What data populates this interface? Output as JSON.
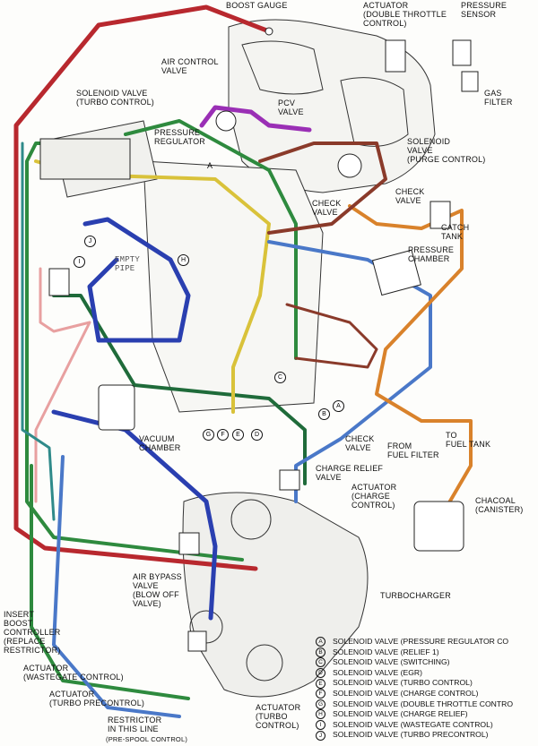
{
  "labels": {
    "boost_gauge": "BOOST GAUGE",
    "actuator_double_throttle": "ACTUATOR\n(DOUBLE THROTTLE\nCONTROL)",
    "pressure_sensor": "PRESSURE\nSENSOR",
    "air_control_valve": "AIR CONTROL\nVALVE",
    "gas_filter": "GAS\nFILTER",
    "solenoid_valve_turbo": "SOLENOID VALVE\n(TURBO CONTROL)",
    "pcv_valve": "PCV\nVALVE",
    "pressure_regulator": "PRESSURE\nREGULATOR",
    "solenoid_valve_purge": "SOLENOID\nVALVE\n(PURGE CONTROL)",
    "check_valve_upper": "CHECK\nVALVE",
    "check_valve_mid": "CHECK\nVALVE",
    "catch_tank": "CATCH\nTANK",
    "pressure_chamber": "PRESSURE\nCHAMBER",
    "empty_pipe": "EMPTY\nPIPE",
    "vacuum_chamber": "VACUUM\nCHAMBER",
    "check_valve_lower": "CHECK\nVALVE",
    "to_fuel_tank": "TO\nFUEL TANK",
    "from_fuel_filter": "FROM\nFUEL FILTER",
    "charge_relief_valve": "CHARGE RELIEF\nVALVE",
    "actuator_charge_control": "ACTUATOR\n(CHARGE\nCONTROL)",
    "chacoal_canister": "CHACOAL\n(CANISTER)",
    "air_bypass_valve": "AIR BYPASS\nVALVE\n(BLOW OFF\nVALVE)",
    "turbocharger": "TURBOCHARGER",
    "insert_boost_controller": "INSERT\nBOOST\nCONTROLLER\n(REPLACE\nRESTRICTOR)",
    "actuator_wastegate": "ACTUATOR\n(WASTEGATE CONTROL)",
    "actuator_turbo_precontrol": "ACTUATOR\n(TURBO PRECONTROL)",
    "restrictor": "RESTRICTOR\nIN THIS LINE",
    "pre_spool_control": "(PRE-SPOOL CONTROL)",
    "actuator_turbo_control": "ACTUATOR\n(TURBO\nCONTROL)",
    "marker_a": "A"
  },
  "markers": [
    "H",
    "I",
    "J",
    "G",
    "F",
    "E",
    "D",
    "C",
    "B",
    "A"
  ],
  "legend": [
    {
      "key": "A",
      "text": "SOLENOID VALVE (PRESSURE REGULATOR CO"
    },
    {
      "key": "B",
      "text": "SOLENOID VALVE (RELIEF 1)"
    },
    {
      "key": "C",
      "text": "SOLENOID VALVE (SWITCHING)"
    },
    {
      "key": "D",
      "text": "SOLENOID VALVE (EGR)"
    },
    {
      "key": "E",
      "text": "SOLENOID VALVE (TURBO CONTROL)"
    },
    {
      "key": "F",
      "text": "SOLENOID VALVE (CHARGE CONTROL)"
    },
    {
      "key": "G",
      "text": "SOLENOID VALVE (DOUBLE THROTTLE CONTRO"
    },
    {
      "key": "H",
      "text": "SOLENOID VALVE (CHARGE RELIEF)"
    },
    {
      "key": "I",
      "text": "SOLENOID VALVE (WASTEGATE CONTROL)"
    },
    {
      "key": "J",
      "text": "SOLENOID VALVE (TURBO PRECONTROL)"
    }
  ],
  "colors": {
    "red": "#b8282e",
    "green": "#2e8a3e",
    "dark_green": "#1f6b3a",
    "blue": "#2a3fb0",
    "light_blue": "#4a78c8",
    "orange": "#d9822b",
    "yellow": "#d9c23a",
    "purple": "#9a2fb5",
    "brown": "#8a3a2a",
    "pink": "#e8a0a0",
    "teal": "#2f8a8a"
  }
}
